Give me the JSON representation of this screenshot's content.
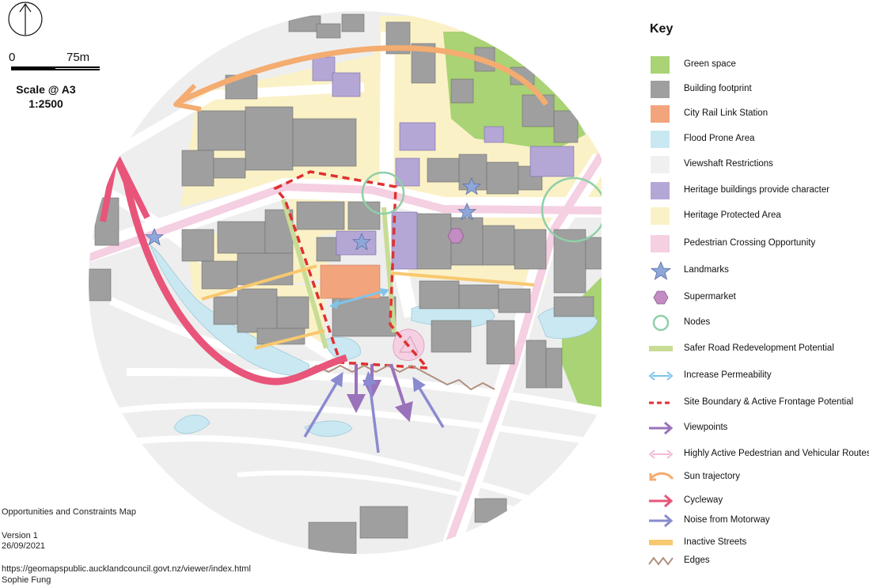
{
  "scale": {
    "zero_label": "0",
    "distance_label": "75m",
    "scale_line1": "Scale @ A3",
    "scale_line2": "1:2500"
  },
  "metadata": {
    "map_title": "Opportunities and Constraints Map",
    "version": "Version 1",
    "date": "26/09/2021",
    "source_url": "https://geomapspublic.aucklandcouncil.govt.nz/viewer/index.html",
    "author": "Sophie Fung"
  },
  "legend": {
    "title": "Key",
    "items": [
      {
        "label": "Green space",
        "icon": "swatch",
        "color": "#a9d374"
      },
      {
        "label": "Building footprint",
        "icon": "swatch",
        "color": "#9f9f9f"
      },
      {
        "label": "City Rail Link Station",
        "icon": "swatch",
        "color": "#f2a47d"
      },
      {
        "label": "Flood Prone Area",
        "icon": "swatch",
        "color": "#c9e8f2"
      },
      {
        "label": "Viewshaft Restrictions",
        "icon": "swatch",
        "color": "#f0f0f0"
      },
      {
        "label": "Heritage buildings provide character",
        "icon": "swatch",
        "color": "#b4a7d6"
      },
      {
        "label": "Heritage Protected Area",
        "icon": "swatch",
        "color": "#fbf1c7"
      },
      {
        "label": "Pedestrian Crossing Opportunity",
        "icon": "swatch",
        "color": "#f5cfe2"
      },
      {
        "label": "Landmarks",
        "icon": "star-icon",
        "color": "#8ea6d8"
      },
      {
        "label": "Supermarket",
        "icon": "hexagon-icon",
        "color": "#c38cc3"
      },
      {
        "label": "Nodes",
        "icon": "circle-icon",
        "color": "#8fcfa8"
      },
      {
        "label": "Safer Road Redevelopment Potential",
        "icon": "bar-icon",
        "color": "#c8dc96"
      },
      {
        "label": "Increase Permeability",
        "icon": "double-arrow-icon",
        "color": "#7fc4ea"
      },
      {
        "label": "Site Boundary & Active Frontage Potential",
        "icon": "dashed-line-icon",
        "color": "#e03030"
      },
      {
        "label": "Viewpoints",
        "icon": "arrow-icon",
        "color": "#9a72bb"
      },
      {
        "label": "Highly Active Pedestrian and Vehicular Routes",
        "icon": "double-arrow-icon",
        "color": "#f2bcd6"
      },
      {
        "label": "Sun trajectory",
        "icon": "curved-arrow-icon",
        "color": "#f4ac70"
      },
      {
        "label": "Cycleway",
        "icon": "arrow-icon",
        "color": "#e8547a"
      },
      {
        "label": "Noise from Motorway",
        "icon": "arrow-icon",
        "color": "#8a8ad0"
      },
      {
        "label": "Inactive Streets",
        "icon": "bar-icon",
        "color": "#f8c870"
      },
      {
        "label": "Edges",
        "icon": "zigzag-icon",
        "color": "#b09080"
      }
    ]
  }
}
